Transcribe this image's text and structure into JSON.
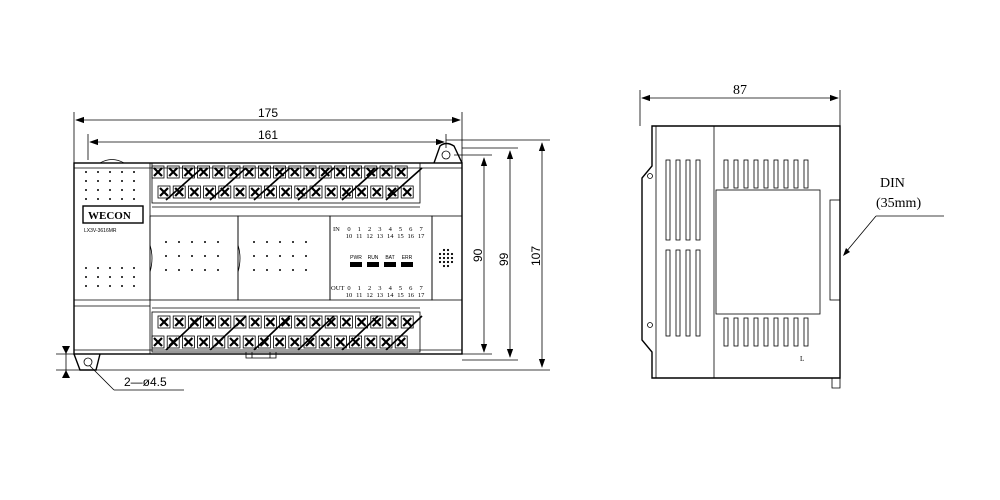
{
  "brand": {
    "logo_text": "WECON",
    "model": "LX3V-3616MR"
  },
  "front_view": {
    "dimensions": {
      "overall_width": "175",
      "mount_width": "161",
      "mount_height": "90",
      "body_height": "99",
      "overall_height": "107"
    },
    "mount_hole_label": "2—ø4.5",
    "io_labels": {
      "in_label": "IN",
      "out_label": "OUT",
      "row_top": [
        "0",
        "1",
        "2",
        "3",
        "4",
        "5",
        "6",
        "7"
      ],
      "row_bottom": [
        "10",
        "11",
        "12",
        "13",
        "14",
        "15",
        "16",
        "17"
      ]
    },
    "status_leds": [
      "PWR",
      "RUN",
      "BAT",
      "ERR"
    ]
  },
  "side_view": {
    "dimensions": {
      "depth": "87"
    },
    "din_label": "DIN",
    "din_size": "(35mm)",
    "bottom_mark": "L"
  }
}
